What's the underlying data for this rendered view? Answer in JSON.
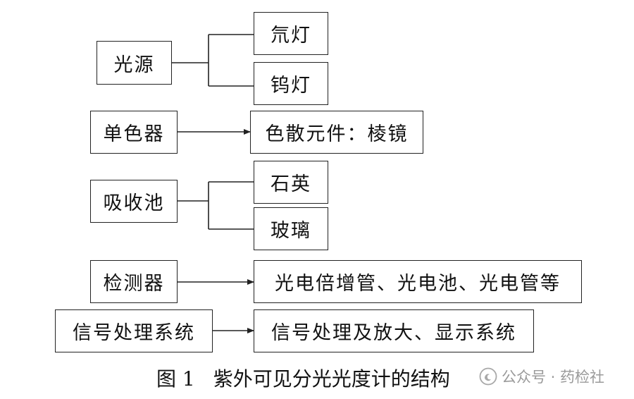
{
  "components": [
    {
      "name": "光源",
      "parts": [
        "氘灯",
        "钨灯"
      ]
    },
    {
      "name": "单色器",
      "detail": "色散元件：棱镜"
    },
    {
      "name": "吸收池",
      "parts": [
        "石英",
        "玻璃"
      ]
    },
    {
      "name": "检测器",
      "detail": "光电倍增管、光电池、光电管等"
    },
    {
      "name": "信号处理系统",
      "detail": "信号处理及放大、显示系统"
    }
  ],
  "caption": {
    "figure": "图 1",
    "title": "紫外可见分光光度计的结构"
  },
  "watermark": {
    "text": "公众号 · 药检社",
    "icon": "wechat-official-account-logo-icon"
  }
}
